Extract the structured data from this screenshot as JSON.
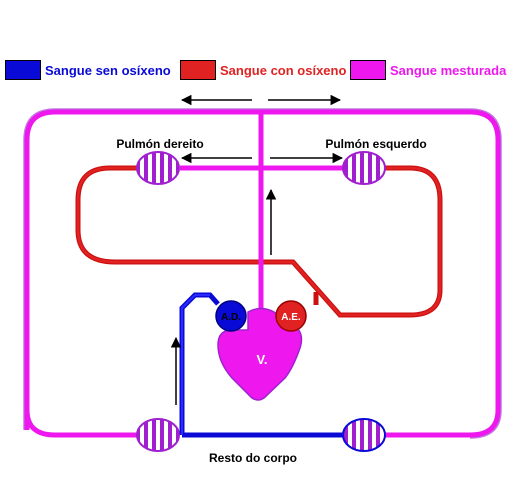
{
  "colors": {
    "deoxygenated": "#0a0ad6",
    "oxygenated": "#e02222",
    "dark_red": "#cc1010",
    "mixed": "#ee18ee",
    "purple": "#a020d0",
    "arrow": "#000000"
  },
  "legend": {
    "deoxygenated": "Sangue sen osíxeno",
    "oxygenated": "Sangue con osíxeno",
    "mixed": "Sangue mesturada"
  },
  "labels": {
    "right_lung": "Pulmón dereito",
    "left_lung": "Pulmón esquerdo",
    "right_atrium": "A.D.",
    "left_atrium": "A.E.",
    "ventricle": "V.",
    "rest_of_body": "Resto do corpo"
  },
  "icons": {
    "capillary": "capillary-bed-icon",
    "arrow": "flow-arrow-icon"
  }
}
